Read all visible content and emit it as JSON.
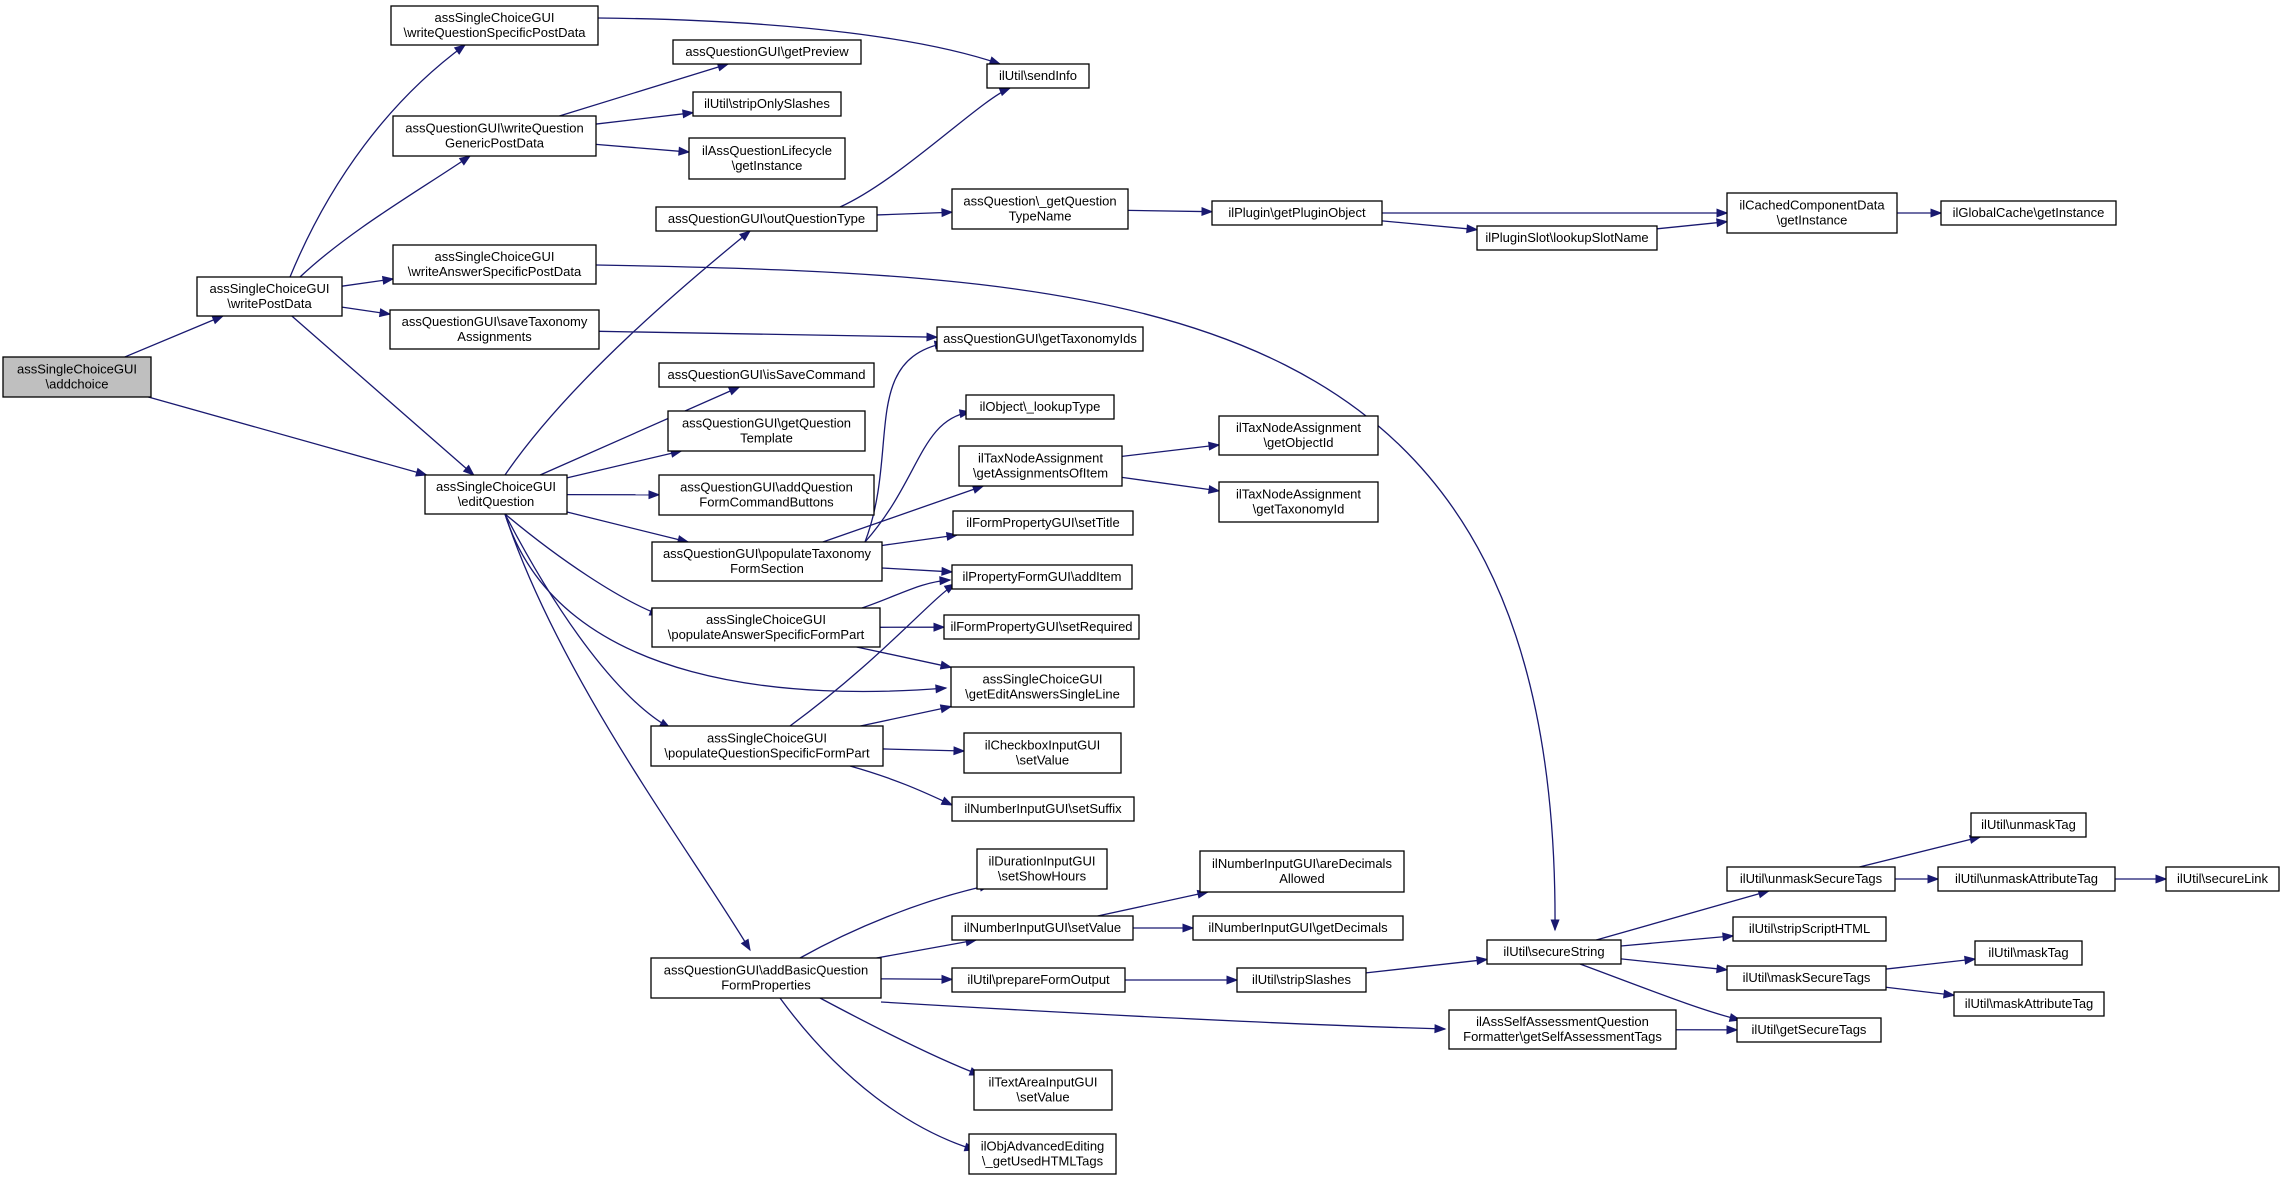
{
  "colors": {
    "edge": "#191970",
    "node_fill": "#ffffff",
    "root_fill": "#bfbfbf",
    "node_border": "#000000"
  },
  "nodes": [
    {
      "id": "n_addchoice",
      "lines": [
        "assSingleChoiceGUI",
        "\\addchoice"
      ],
      "root": true
    },
    {
      "id": "n_writePostData",
      "lines": [
        "assSingleChoiceGUI",
        "\\writePostData"
      ]
    },
    {
      "id": "n_editQuestion",
      "lines": [
        "assSingleChoiceGUI",
        "\\editQuestion"
      ]
    },
    {
      "id": "n_writeQSpecPost",
      "lines": [
        "assSingleChoiceGUI",
        "\\writeQuestionSpecificPostData"
      ]
    },
    {
      "id": "n_writeQGenericPost",
      "lines": [
        "assQuestionGUI\\writeQuestion",
        "GenericPostData"
      ]
    },
    {
      "id": "n_writeAnswerSpecPost",
      "lines": [
        "assSingleChoiceGUI",
        "\\writeAnswerSpecificPostData"
      ]
    },
    {
      "id": "n_saveTaxonomy",
      "lines": [
        "assQuestionGUI\\saveTaxonomy",
        "Assignments"
      ]
    },
    {
      "id": "n_getPreview",
      "lines": [
        "assQuestionGUI\\getPreview"
      ]
    },
    {
      "id": "n_stripOnlySlashes",
      "lines": [
        "ilUtil\\stripOnlySlashes"
      ]
    },
    {
      "id": "n_lifecycleGetInstance",
      "lines": [
        "ilAssQuestionLifecycle",
        "\\getInstance"
      ]
    },
    {
      "id": "n_outQuestionType",
      "lines": [
        "assQuestionGUI\\outQuestionType"
      ]
    },
    {
      "id": "n_isSaveCommand",
      "lines": [
        "assQuestionGUI\\isSaveCommand"
      ]
    },
    {
      "id": "n_getQuestionTemplate",
      "lines": [
        "assQuestionGUI\\getQuestion",
        "Template"
      ]
    },
    {
      "id": "n_addQuestionFormCmdBtns",
      "lines": [
        "assQuestionGUI\\addQuestion",
        "FormCommandButtons"
      ]
    },
    {
      "id": "n_populateTaxonomy",
      "lines": [
        "assQuestionGUI\\populateTaxonomy",
        "FormSection"
      ]
    },
    {
      "id": "n_populateAnswerSpec",
      "lines": [
        "assSingleChoiceGUI",
        "\\populateAnswerSpecificFormPart"
      ]
    },
    {
      "id": "n_populateQuestionSpec",
      "lines": [
        "assSingleChoiceGUI",
        "\\populateQuestionSpecificFormPart"
      ]
    },
    {
      "id": "n_addBasicQuestionFormProps",
      "lines": [
        "assQuestionGUI\\addBasicQuestion",
        "FormProperties"
      ]
    },
    {
      "id": "n_sendInfo",
      "lines": [
        "ilUtil\\sendInfo"
      ]
    },
    {
      "id": "n_getQuestionTypeName",
      "lines": [
        "assQuestion\\_getQuestion",
        "TypeName"
      ]
    },
    {
      "id": "n_getTaxonomyIds",
      "lines": [
        "assQuestionGUI\\getTaxonomyIds"
      ]
    },
    {
      "id": "n_lookupType",
      "lines": [
        "ilObject\\_lookupType"
      ]
    },
    {
      "id": "n_getAssignmentsOfItem",
      "lines": [
        "ilTaxNodeAssignment",
        "\\getAssignmentsOfItem"
      ]
    },
    {
      "id": "n_setTitle",
      "lines": [
        "ilFormPropertyGUI\\setTitle"
      ]
    },
    {
      "id": "n_addItem",
      "lines": [
        "ilPropertyFormGUI\\addItem"
      ]
    },
    {
      "id": "n_setRequired",
      "lines": [
        "ilFormPropertyGUI\\setRequired"
      ]
    },
    {
      "id": "n_getEditAnswersSingleLine",
      "lines": [
        "assSingleChoiceGUI",
        "\\getEditAnswersSingleLine"
      ]
    },
    {
      "id": "n_checkboxSetValue",
      "lines": [
        "ilCheckboxInputGUI",
        "\\setValue"
      ]
    },
    {
      "id": "n_setSuffix",
      "lines": [
        "ilNumberInputGUI\\setSuffix"
      ]
    },
    {
      "id": "n_setShowHours",
      "lines": [
        "ilDurationInputGUI",
        "\\setShowHours"
      ]
    },
    {
      "id": "n_numberSetValue",
      "lines": [
        "ilNumberInputGUI\\setValue"
      ]
    },
    {
      "id": "n_prepareFormOutput",
      "lines": [
        "ilUtil\\prepareFormOutput"
      ]
    },
    {
      "id": "n_textAreaSetValue",
      "lines": [
        "ilTextAreaInputGUI",
        "\\setValue"
      ]
    },
    {
      "id": "n_getUsedHTMLTags",
      "lines": [
        "ilObjAdvancedEditing",
        "\\_getUsedHTMLTags"
      ]
    },
    {
      "id": "n_getPluginObject",
      "lines": [
        "ilPlugin\\getPluginObject"
      ]
    },
    {
      "id": "n_lookupSlotName",
      "lines": [
        "ilPluginSlot\\lookupSlotName"
      ]
    },
    {
      "id": "n_cachedGetInstance",
      "lines": [
        "ilCachedComponentData",
        "\\getInstance"
      ]
    },
    {
      "id": "n_globalCacheGetInstance",
      "lines": [
        "ilGlobalCache\\getInstance"
      ]
    },
    {
      "id": "n_getObjectId",
      "lines": [
        "ilTaxNodeAssignment",
        "\\getObjectId"
      ]
    },
    {
      "id": "n_getTaxonomyId",
      "lines": [
        "ilTaxNodeAssignment",
        "\\getTaxonomyId"
      ]
    },
    {
      "id": "n_areDecimalsAllowed",
      "lines": [
        "ilNumberInputGUI\\areDecimals",
        "Allowed"
      ]
    },
    {
      "id": "n_getDecimals",
      "lines": [
        "ilNumberInputGUI\\getDecimals"
      ]
    },
    {
      "id": "n_stripSlashes",
      "lines": [
        "ilUtil\\stripSlashes"
      ]
    },
    {
      "id": "n_secureString",
      "lines": [
        "ilUtil\\secureString"
      ]
    },
    {
      "id": "n_selfAssessmentTags",
      "lines": [
        "ilAssSelfAssessmentQuestion",
        "Formatter\\getSelfAssessmentTags"
      ]
    },
    {
      "id": "n_unmaskSecureTags",
      "lines": [
        "ilUtil\\unmaskSecureTags"
      ]
    },
    {
      "id": "n_stripScriptHTML",
      "lines": [
        "ilUtil\\stripScriptHTML"
      ]
    },
    {
      "id": "n_maskSecureTags",
      "lines": [
        "ilUtil\\maskSecureTags"
      ]
    },
    {
      "id": "n_getSecureTags",
      "lines": [
        "ilUtil\\getSecureTags"
      ]
    },
    {
      "id": "n_unmaskTag",
      "lines": [
        "ilUtil\\unmaskTag"
      ]
    },
    {
      "id": "n_unmaskAttributeTag",
      "lines": [
        "ilUtil\\unmaskAttributeTag"
      ]
    },
    {
      "id": "n_secureLink",
      "lines": [
        "ilUtil\\secureLink"
      ]
    },
    {
      "id": "n_maskTag",
      "lines": [
        "ilUtil\\maskTag"
      ]
    },
    {
      "id": "n_maskAttributeTag",
      "lines": [
        "ilUtil\\maskAttributeTag"
      ]
    }
  ],
  "edges": [
    [
      "n_addchoice",
      "n_writePostData"
    ],
    [
      "n_addchoice",
      "n_editQuestion"
    ],
    [
      "n_writePostData",
      "n_writeQSpecPost"
    ],
    [
      "n_writePostData",
      "n_writeQGenericPost"
    ],
    [
      "n_writePostData",
      "n_writeAnswerSpecPost"
    ],
    [
      "n_writePostData",
      "n_saveTaxonomy"
    ],
    [
      "n_writePostData",
      "n_editQuestion"
    ],
    [
      "n_writeQSpecPost",
      "n_sendInfo"
    ],
    [
      "n_writeQGenericPost",
      "n_getPreview"
    ],
    [
      "n_writeQGenericPost",
      "n_stripOnlySlashes"
    ],
    [
      "n_writeQGenericPost",
      "n_lifecycleGetInstance"
    ],
    [
      "n_writeAnswerSpecPost",
      "n_secureString"
    ],
    [
      "n_saveTaxonomy",
      "n_getTaxonomyIds"
    ],
    [
      "n_editQuestion",
      "n_outQuestionType"
    ],
    [
      "n_editQuestion",
      "n_isSaveCommand"
    ],
    [
      "n_editQuestion",
      "n_getQuestionTemplate"
    ],
    [
      "n_editQuestion",
      "n_addQuestionFormCmdBtns"
    ],
    [
      "n_editQuestion",
      "n_populateTaxonomy"
    ],
    [
      "n_editQuestion",
      "n_populateAnswerSpec"
    ],
    [
      "n_editQuestion",
      "n_getEditAnswersSingleLine"
    ],
    [
      "n_editQuestion",
      "n_populateQuestionSpec"
    ],
    [
      "n_editQuestion",
      "n_addBasicQuestionFormProps"
    ],
    [
      "n_outQuestionType",
      "n_sendInfo"
    ],
    [
      "n_outQuestionType",
      "n_getQuestionTypeName"
    ],
    [
      "n_getQuestionTypeName",
      "n_getPluginObject"
    ],
    [
      "n_getPluginObject",
      "n_cachedGetInstance"
    ],
    [
      "n_getPluginObject",
      "n_lookupSlotName"
    ],
    [
      "n_lookupSlotName",
      "n_cachedGetInstance"
    ],
    [
      "n_cachedGetInstance",
      "n_globalCacheGetInstance"
    ],
    [
      "n_populateTaxonomy",
      "n_getTaxonomyIds"
    ],
    [
      "n_populateTaxonomy",
      "n_lookupType"
    ],
    [
      "n_populateTaxonomy",
      "n_getAssignmentsOfItem"
    ],
    [
      "n_populateTaxonomy",
      "n_setTitle"
    ],
    [
      "n_populateTaxonomy",
      "n_addItem"
    ],
    [
      "n_getAssignmentsOfItem",
      "n_getObjectId"
    ],
    [
      "n_getAssignmentsOfItem",
      "n_getTaxonomyId"
    ],
    [
      "n_populateAnswerSpec",
      "n_addItem"
    ],
    [
      "n_populateAnswerSpec",
      "n_setRequired"
    ],
    [
      "n_populateAnswerSpec",
      "n_getEditAnswersSingleLine"
    ],
    [
      "n_populateQuestionSpec",
      "n_addItem"
    ],
    [
      "n_populateQuestionSpec",
      "n_getEditAnswersSingleLine"
    ],
    [
      "n_populateQuestionSpec",
      "n_checkboxSetValue"
    ],
    [
      "n_populateQuestionSpec",
      "n_setSuffix"
    ],
    [
      "n_addBasicQuestionFormProps",
      "n_setShowHours"
    ],
    [
      "n_addBasicQuestionFormProps",
      "n_numberSetValue"
    ],
    [
      "n_addBasicQuestionFormProps",
      "n_prepareFormOutput"
    ],
    [
      "n_addBasicQuestionFormProps",
      "n_selfAssessmentTags"
    ],
    [
      "n_addBasicQuestionFormProps",
      "n_textAreaSetValue"
    ],
    [
      "n_addBasicQuestionFormProps",
      "n_getUsedHTMLTags"
    ],
    [
      "n_numberSetValue",
      "n_areDecimalsAllowed"
    ],
    [
      "n_numberSetValue",
      "n_getDecimals"
    ],
    [
      "n_prepareFormOutput",
      "n_stripSlashes"
    ],
    [
      "n_stripSlashes",
      "n_secureString"
    ],
    [
      "n_secureString",
      "n_unmaskSecureTags"
    ],
    [
      "n_secureString",
      "n_stripScriptHTML"
    ],
    [
      "n_secureString",
      "n_maskSecureTags"
    ],
    [
      "n_secureString",
      "n_getSecureTags"
    ],
    [
      "n_selfAssessmentTags",
      "n_getSecureTags"
    ],
    [
      "n_unmaskSecureTags",
      "n_unmaskTag"
    ],
    [
      "n_unmaskSecureTags",
      "n_unmaskAttributeTag"
    ],
    [
      "n_unmaskAttributeTag",
      "n_secureLink"
    ],
    [
      "n_maskSecureTags",
      "n_maskTag"
    ],
    [
      "n_maskSecureTags",
      "n_maskAttributeTag"
    ]
  ]
}
